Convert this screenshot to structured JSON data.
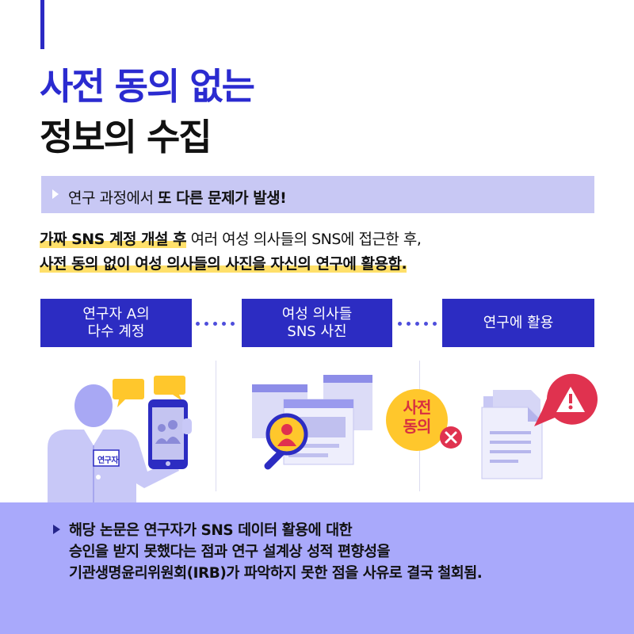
{
  "title": {
    "line1": "사전 동의 없는",
    "line2": "정보의 수집"
  },
  "callout": {
    "text_normal": "연구 과정에서 ",
    "text_bold": "또 다른 문제가 발생!"
  },
  "description": {
    "line1_bold": "가짜 SNS 계정 개설 후",
    "line1_rest": " 여러 여성 의사들의 SNS에 접근한 후,",
    "line2": "사전 동의 없이 여성 의사들의 사진을 자신의 연구에 활용함."
  },
  "steps": [
    {
      "label": "연구자 A의\n다수 계정"
    },
    {
      "label": "여성 의사들\nSNS 사진"
    },
    {
      "label": "연구에 활용"
    }
  ],
  "illustrations": {
    "researcher_badge": "연구자",
    "no_consent_label_line1": "사전",
    "no_consent_label_line2": "동의"
  },
  "conclusion": {
    "lines": [
      "해당 논문은 연구자가 SNS 데이터 활용에 대한",
      "승인을 받지 못했다는 점과 연구 설계상 성적 편향성을",
      "기관생명윤리위원회(IRB)가 파악하지 못한 점을 사유로 결국 철회됨."
    ]
  },
  "colors": {
    "primary": "#2c2cc2",
    "light_lavender": "#c8c8f4",
    "band": "#a9a9fb",
    "highlight": "#ffe06a",
    "alert_red": "#e0324f"
  }
}
